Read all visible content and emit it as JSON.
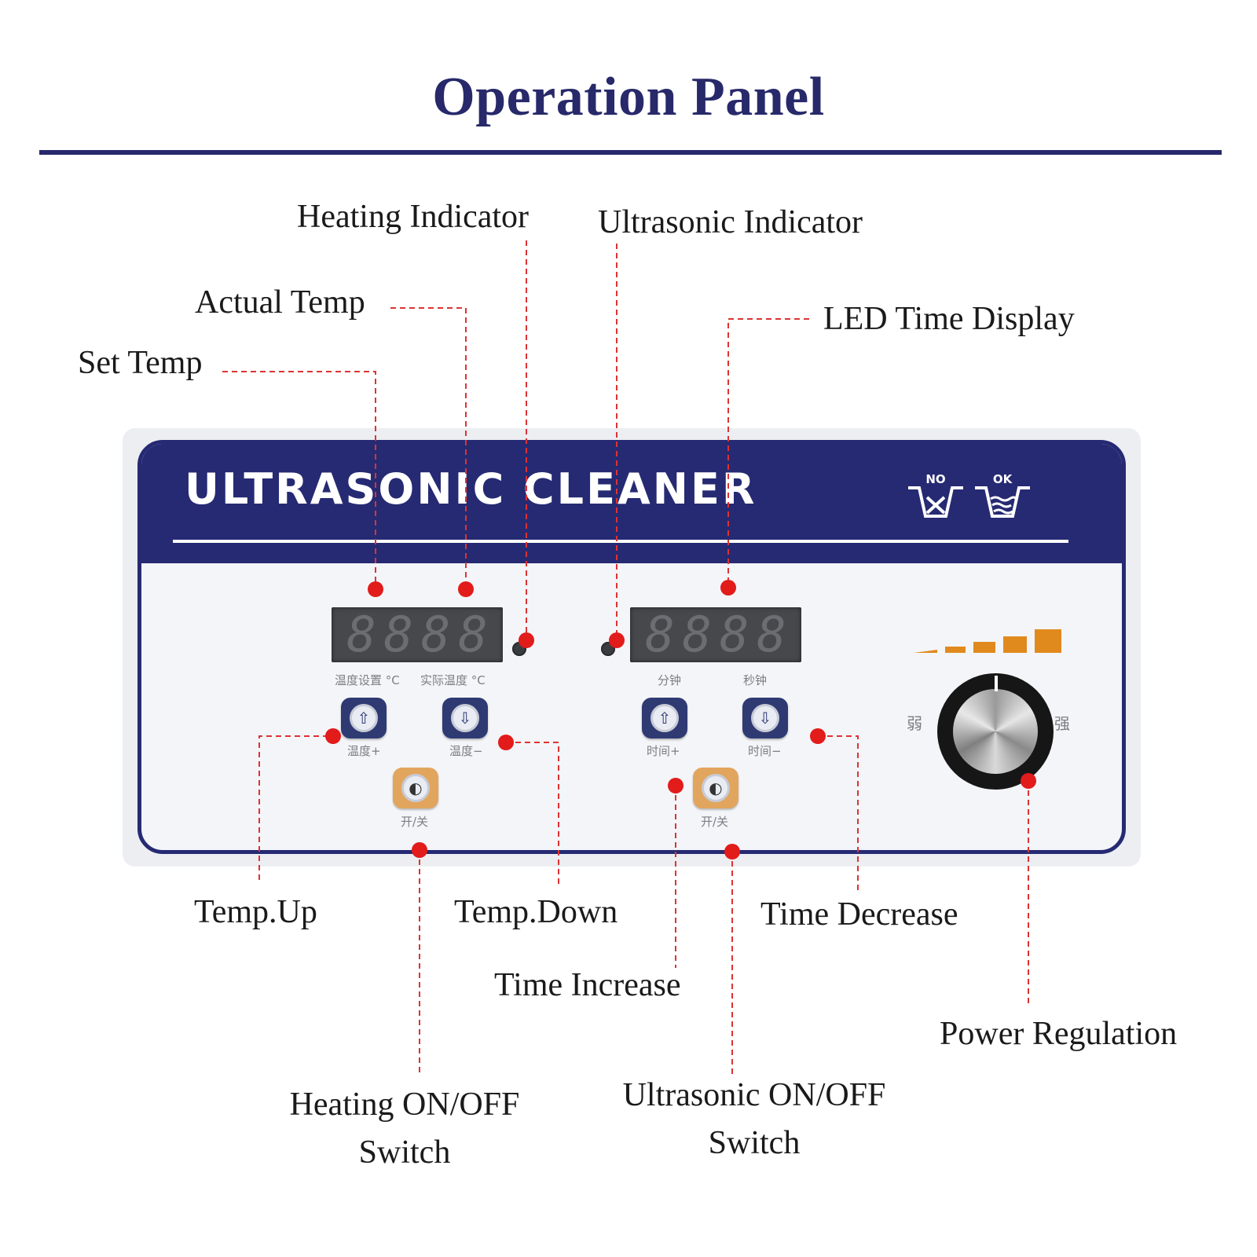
{
  "title": "Operation Panel",
  "panel": {
    "brand": "ULTRASONIC CLEANER",
    "no_tag": "NO",
    "ok_tag": "OK",
    "temp_display_digits": [
      "8",
      "8",
      "8",
      "8"
    ],
    "time_display_digits": [
      "8",
      "8",
      "8",
      "8"
    ],
    "sublabels": {
      "set_temp": "温度设置 °C",
      "actual_temp": "实际温度 °C",
      "minutes": "分钟",
      "seconds": "秒钟",
      "temp_up": "温度+",
      "temp_down": "温度−",
      "time_up": "时间+",
      "time_down": "时间−",
      "heat_switch": "开/关",
      "ultra_switch": "开/关",
      "weak": "弱",
      "strong": "强"
    }
  },
  "callouts": {
    "heating_indicator": "Heating Indicator",
    "ultrasonic_indicator": "Ultrasonic  Indicator",
    "actual_temp": "Actual Temp",
    "led_time_display": "LED Time Display",
    "set_temp": "Set Temp",
    "temp_up": "Temp.Up",
    "temp_down": "Temp.Down",
    "time_decrease": "Time Decrease",
    "time_increase": "Time Increase",
    "power_regulation": "Power Regulation",
    "heating_switch_line1": "Heating ON/OFF",
    "heating_switch_line2": "Switch",
    "ultrasonic_switch_line1": "Ultrasonic ON/OFF",
    "ultrasonic_switch_line2": "Switch"
  },
  "colors": {
    "navy": "#27296a",
    "callout_red": "#e21b1b",
    "step_orange": "#e08a1e"
  }
}
